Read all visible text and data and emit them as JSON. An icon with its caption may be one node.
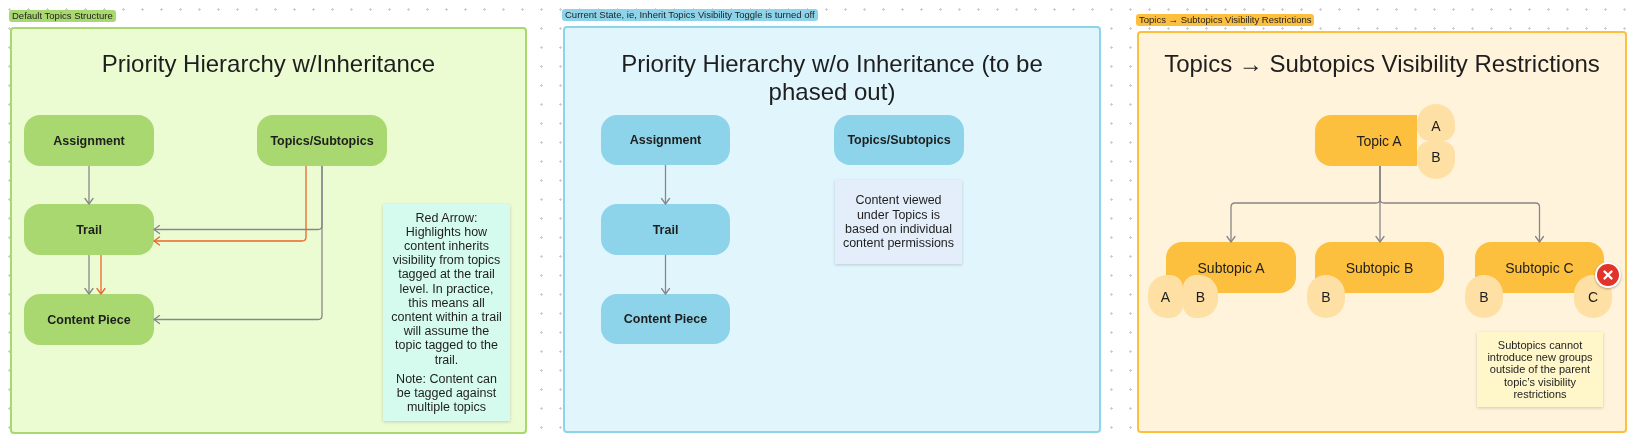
{
  "diagram": {
    "nodes": [
      {
        "text": [
          "Default Topics Structure",
          "Priority Hierarchy w/Inheritance"
        ]
      },
      {
        "text": [
          "Assignment"
        ],
        "in": 0
      },
      {
        "text": [
          "Topics/Subtopics"
        ],
        "in": 0
      },
      {
        "text": [
          "Trail"
        ],
        "in": 0
      },
      {
        "text": [
          "Red Arrow: Highlights how content inherits visibility from topics tagged at the trail level. In practice, this means all content within a trail will assume the topic tagged to the trail.",
          "Note: Content can be tagged against multiple topics"
        ],
        "in": 0
      },
      {
        "text": [
          "Content Piece"
        ],
        "in": 0
      },
      {
        "text": [
          "Current State, ie, Inherit Topics Visibility Toggle is turned off",
          "Priority Hierarchy w/o Inheritance (to be phased out)"
        ]
      },
      {
        "text": [
          "Assignment"
        ],
        "in": 6
      },
      {
        "text": [
          "Topics/Subtopics"
        ],
        "in": 6
      },
      {
        "text": [
          "Content viewed under Topics is based on individual content permissions"
        ],
        "in": 6
      },
      {
        "text": [
          "Trail"
        ],
        "in": 6
      },
      {
        "text": [
          "Content Piece"
        ],
        "in": 6
      },
      {
        "text": [
          "Topics → Subtopics Visibility Restrictions",
          "Topics → Subtopics Visibility Restrictions"
        ]
      },
      {
        "text": [
          "Topic A"
        ],
        "in": 12
      },
      {
        "text": [
          "A"
        ],
        "in": 12
      },
      {
        "text": [
          "B"
        ],
        "in": 12
      },
      {
        "text": [
          "Subtopic A"
        ],
        "in": 12
      },
      {
        "text": [
          "Subtopic B"
        ],
        "in": 12
      },
      {
        "text": [
          "Subtopic C"
        ],
        "in": 12
      },
      {
        "text": [
          "A"
        ],
        "in": 12
      },
      {
        "text": [
          "B"
        ],
        "in": 12
      },
      {
        "text": [
          "B"
        ],
        "in": 12
      },
      {
        "text": [
          "B"
        ],
        "in": 12
      },
      {
        "text": [
          "C"
        ],
        "in": 12
      },
      {
        "text": [
          "Subtopics cannot introduce new groups outside of the parent topic’s visibility restrictions"
        ],
        "in": 12
      }
    ],
    "edges": [
      {
        "from": 1,
        "to": 3,
        "arrow": "to"
      },
      {
        "from": 2,
        "to": 3,
        "arrow": "to"
      },
      {
        "from": 2,
        "to": 3,
        "arrow": "to",
        "color": "#ec652a"
      },
      {
        "from": 3,
        "to": 5,
        "arrow": "to"
      },
      {
        "from": 3,
        "to": 5,
        "arrow": "to",
        "color": "#ec652a"
      },
      {
        "from": 2,
        "to": 5,
        "arrow": "to"
      },
      {
        "from": 7,
        "to": 10,
        "arrow": "to"
      },
      {
        "from": 10,
        "to": 11,
        "arrow": "to"
      },
      {
        "from": 13,
        "to": 16,
        "arrow": "to"
      },
      {
        "from": 13,
        "to": 17,
        "arrow": "to"
      },
      {
        "from": 13,
        "to": 18,
        "arrow": "to"
      }
    ]
  }
}
